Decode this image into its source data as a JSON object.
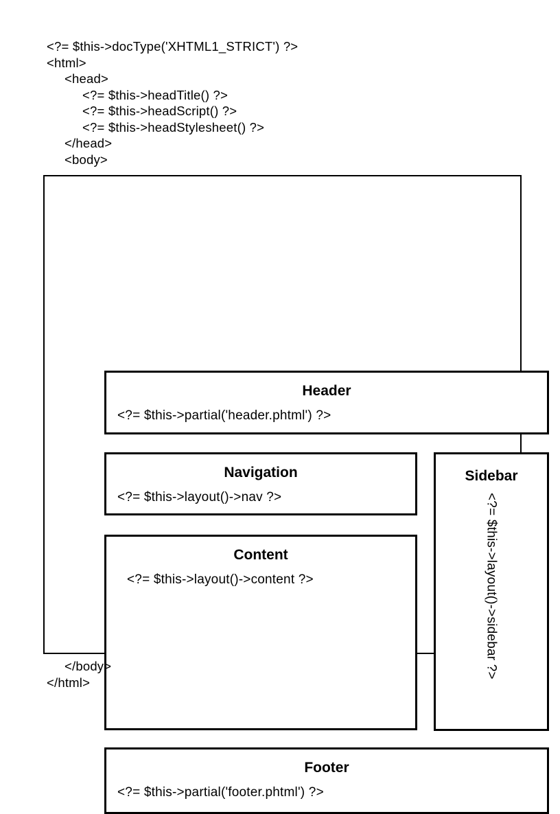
{
  "document": {
    "top_code": {
      "lines": [
        "<?= $this->docType('XHTML1_STRICT') ?>",
        "<html>",
        "<head>",
        "<?= $this->headTitle() ?>",
        "<?= $this->headScript() ?>",
        "<?= $this->headStylesheet() ?>",
        "</head>",
        "<body>"
      ]
    },
    "bottom_code": {
      "lines": [
        "</body>",
        "</html>"
      ]
    },
    "boxes": {
      "header": {
        "title": "Header",
        "code": "<?= $this->partial('header.phtml') ?>"
      },
      "navigation": {
        "title": "Navigation",
        "code": "<?= $this->layout()->nav ?>"
      },
      "content": {
        "title": "Content",
        "code": "<?= $this->layout()->content ?>"
      },
      "sidebar": {
        "title": "Sidebar",
        "code": "<?= $this->layout()->sidebar ?>"
      },
      "footer": {
        "title": "Footer",
        "code": "<?= $this->partial('footer.phtml') ?>"
      }
    },
    "colors": {
      "background": "#ffffff",
      "border": "#000000",
      "text": "#000000"
    }
  }
}
